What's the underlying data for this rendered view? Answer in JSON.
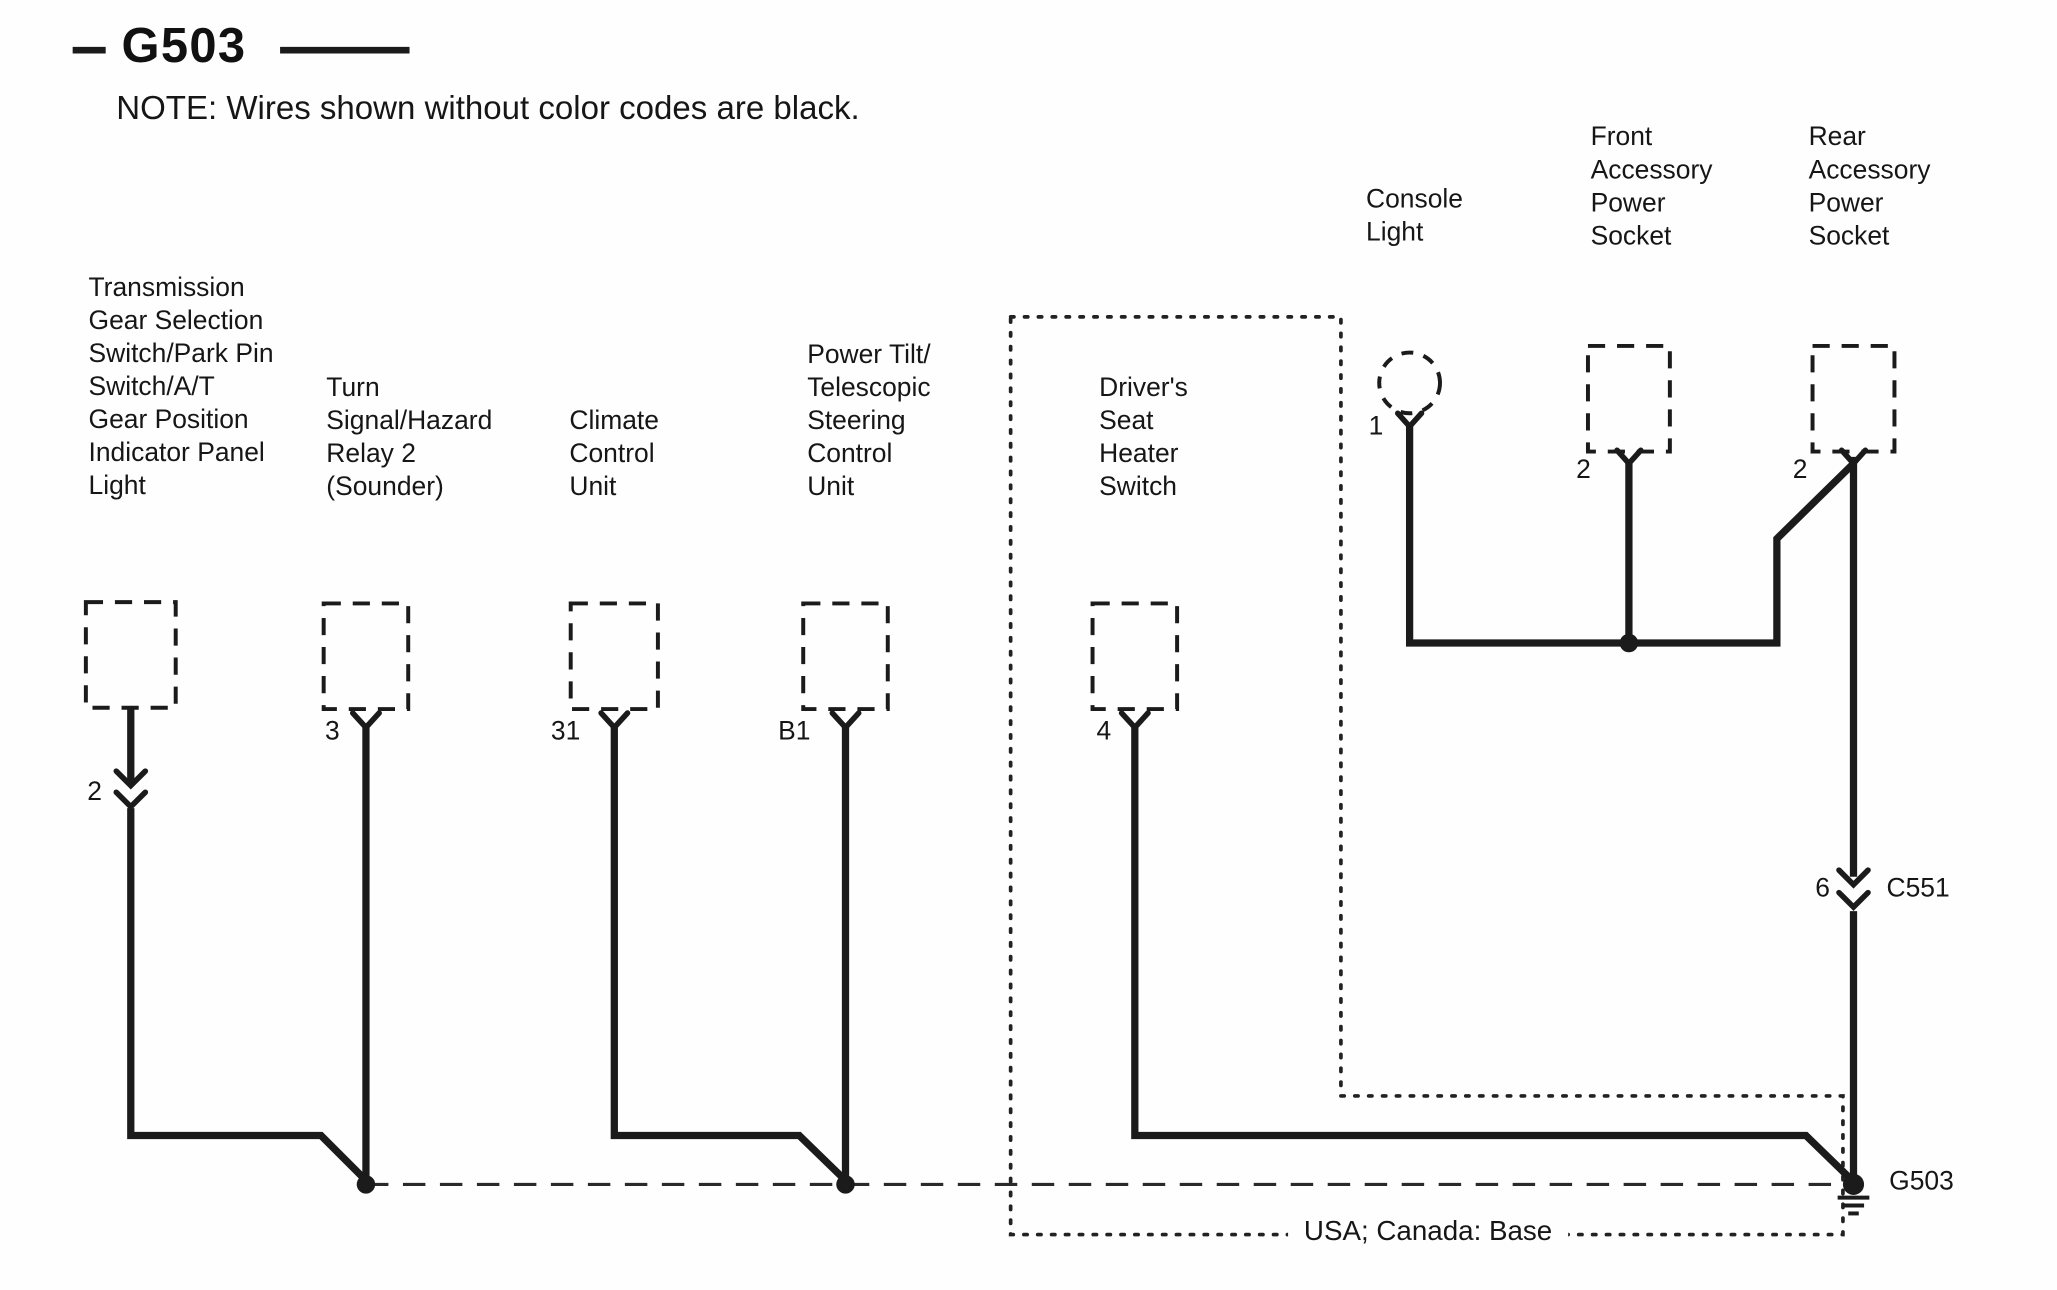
{
  "title": "G503",
  "note": "NOTE: Wires shown without color codes are black.",
  "components": [
    {
      "name": "transmission-gear-selection-switch",
      "label": "Transmission\nGear Selection\nSwitch/Park Pin\nSwitch/A/T\nGear Position\nIndicator Panel\nLight",
      "pin": "2"
    },
    {
      "name": "turn-signal-hazard-relay-2",
      "label": "Turn\nSignal/Hazard\nRelay 2\n(Sounder)",
      "pin": "3"
    },
    {
      "name": "climate-control-unit",
      "label": "Climate\nControl\nUnit",
      "pin": "31"
    },
    {
      "name": "power-tilt-telescopic-steering-control-unit",
      "label": "Power Tilt/\nTelescopic\nSteering\nControl\nUnit",
      "pin": "B1"
    },
    {
      "name": "drivers-seat-heater-switch",
      "label": "Driver's\nSeat\nHeater\nSwitch",
      "pin": "4"
    },
    {
      "name": "console-light",
      "label": "Console\nLight",
      "pin": "1"
    },
    {
      "name": "front-accessory-power-socket",
      "label": "Front\nAccessory\nPower\nSocket",
      "pin": "2"
    },
    {
      "name": "rear-accessory-power-socket",
      "label": "Rear\nAccessory\nPower\nSocket",
      "pin": "2"
    }
  ],
  "inline_connector": {
    "pin": "6",
    "name": "C551"
  },
  "ground": {
    "label": "G503"
  },
  "region": {
    "label": "USA; Canada: Base"
  },
  "colors": {
    "line": "#1b1b1b",
    "background": "#fefefe"
  }
}
